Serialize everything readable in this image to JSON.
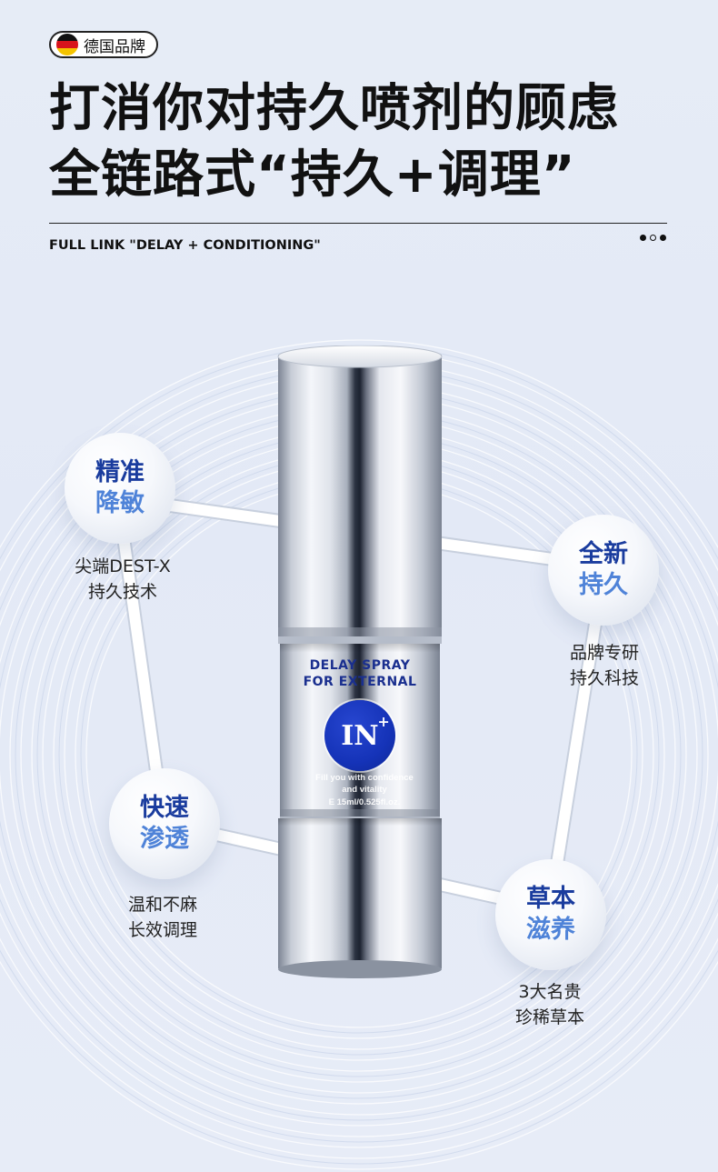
{
  "badge": {
    "icon": "germany-flag-icon",
    "text": "德国品牌"
  },
  "headline": {
    "line1": "打消你对持久喷剂的顾虑",
    "line2": "全链路式“持久+调理”"
  },
  "subtitle": "FULL LINK \"DELAY + CONDITIONING\"",
  "product": {
    "label_line1": "DELAY SPRAY",
    "label_line2": "FOR EXTERNAL",
    "logo_text": "IN",
    "logo_sup": "+",
    "tagline_line1": "Fill you with confidence",
    "tagline_line2": "and vitality",
    "volume": "E 15ml/0.525fl.oz."
  },
  "features": [
    {
      "line1": "精准",
      "line2": "降敏",
      "caption1": "尖端DEST-X",
      "caption2": "持久技术"
    },
    {
      "line1": "全新",
      "line2": "持久",
      "caption1": "品牌专研",
      "caption2": "持久科技"
    },
    {
      "line1": "快速",
      "line2": "渗透",
      "caption1": "温和不麻",
      "caption2": "长效调理"
    },
    {
      "line1": "草本",
      "line2": "滋养",
      "caption1": "3大名贵",
      "caption2": "珍稀草本"
    }
  ],
  "colors": {
    "background": "#e5ebf6",
    "heading": "#111111",
    "feature_dark_blue": "#1a3c9e",
    "feature_light_blue": "#4f83d8",
    "logo_blue": "#1533b8"
  }
}
